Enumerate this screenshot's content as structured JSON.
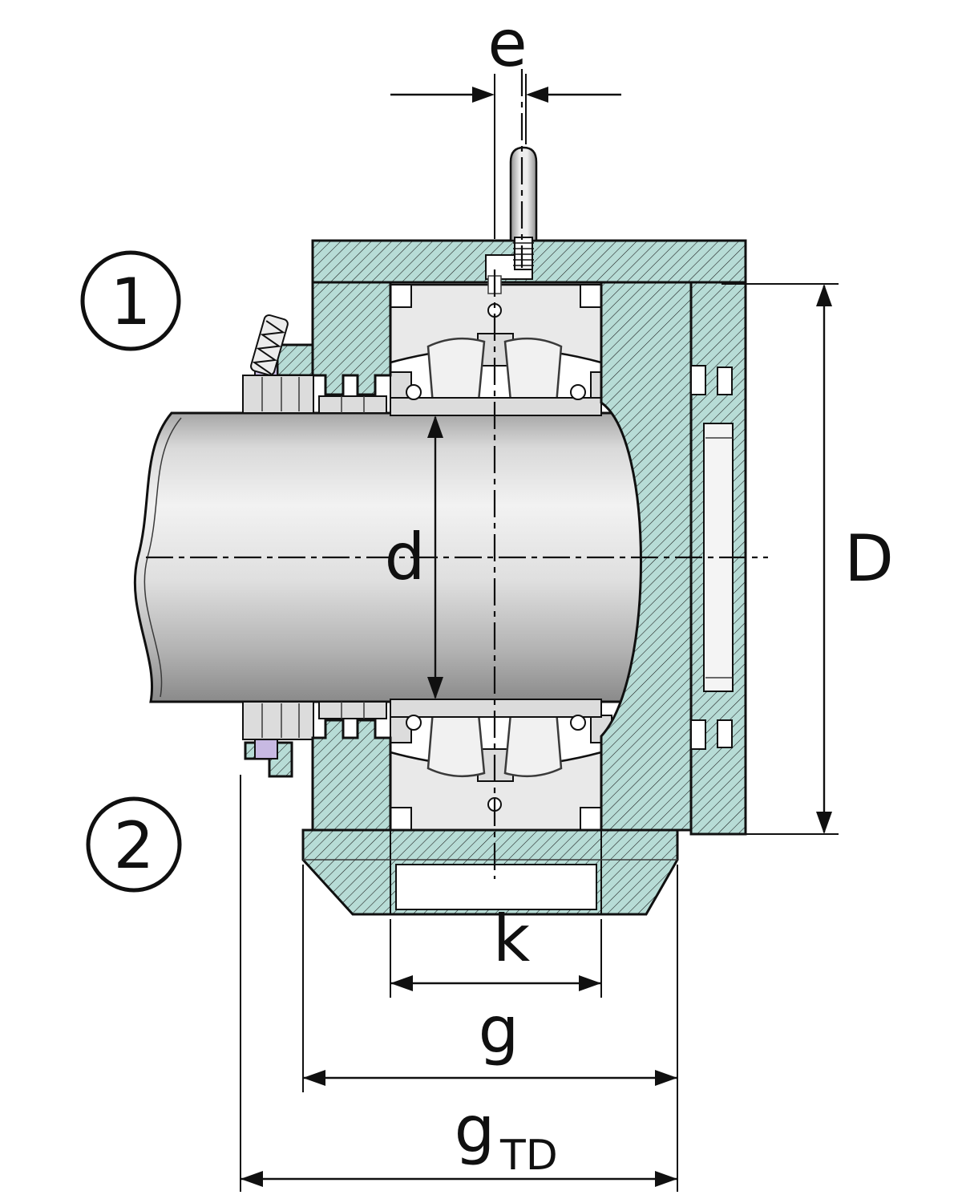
{
  "figure": {
    "callouts": {
      "cap": "1",
      "base": "2"
    },
    "dims": {
      "e": "e",
      "d": "d",
      "D": "D",
      "k": "k",
      "g": "g",
      "gtd_base": "g",
      "gtd_sub": "TD"
    },
    "colors": {
      "housing_fill": "#b7dcd6",
      "outline": "#101010",
      "bearing_fill": "#e9e9e9",
      "shaft_light": "#f2f2f2",
      "shaft_dark": "#8a8a8a",
      "seal_accent": "#c7b9e2",
      "background": "#ffffff"
    }
  }
}
